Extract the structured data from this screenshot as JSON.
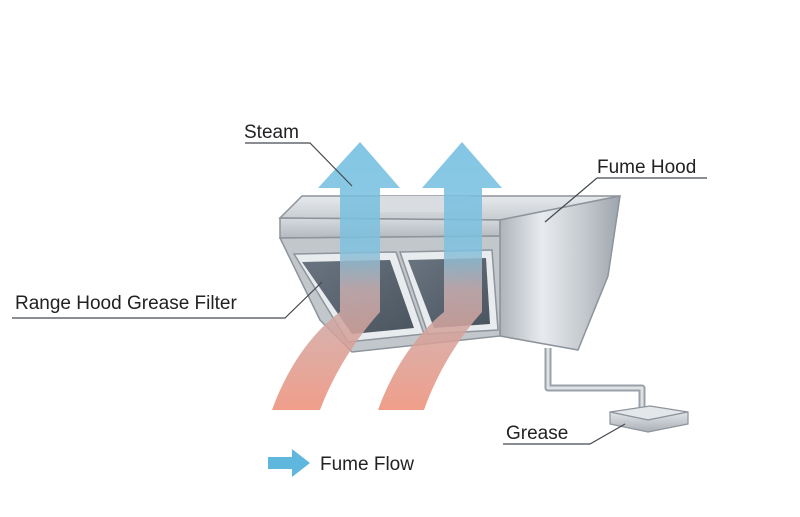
{
  "labels": {
    "steam": "Steam",
    "fume_hood": "Fume Hood",
    "filter": "Range Hood Grease Filter",
    "grease": "Grease",
    "legend": "Fume Flow"
  },
  "colors": {
    "steam_arrow": "#7ec3e0",
    "fume_arrow": "#ef9b86",
    "legend_arrow": "#5fb7de",
    "hood_metal": "#cfd3d8",
    "filter_mesh": "#55606c"
  }
}
